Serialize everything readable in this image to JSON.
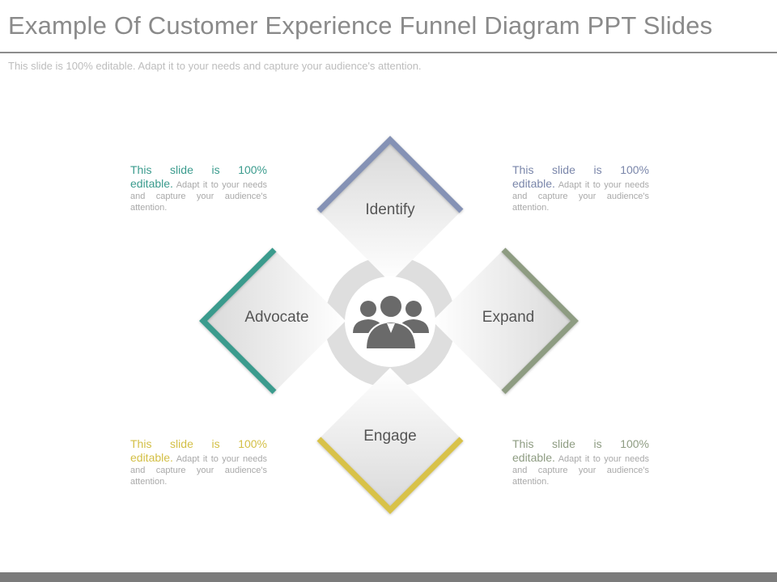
{
  "header": {
    "title": "Example Of Customer Experience Funnel Diagram PPT Slides",
    "subtitle": "This slide is 100% editable. Adapt it to your needs and capture your audience's attention."
  },
  "diagram": {
    "stages": {
      "top": "Identify",
      "left": "Advocate",
      "right": "Expand",
      "bottom": "Engage"
    },
    "center_icon": "team-icon",
    "colors": {
      "identify": "#8592b5",
      "advocate": "#3a9b8d",
      "expand": "#8e9c82",
      "engage": "#d8c24a",
      "connector": "#dedede",
      "icon": "#6a6a6a"
    }
  },
  "notes": {
    "top_left": {
      "lead_a": "This slide is 100%",
      "lead_b": "editable.",
      "body": "Adapt it to your needs and capture your audience's attention.",
      "color": "#3a9b8d"
    },
    "top_right": {
      "lead_a": "This slide is 100%",
      "lead_b": "editable.",
      "body": "Adapt it to your needs and capture your audience's attention.",
      "color": "#7a86aa"
    },
    "bottom_left": {
      "lead_a": "This slide is 100%",
      "lead_b": "editable.",
      "body": "Adapt it to your needs and capture your audience's attention.",
      "color": "#d3bf45"
    },
    "bottom_right": {
      "lead_a": "This slide is 100%",
      "lead_b": "editable.",
      "body": "Adapt it to your needs and capture your audience's attention.",
      "color": "#8e9c82"
    }
  }
}
